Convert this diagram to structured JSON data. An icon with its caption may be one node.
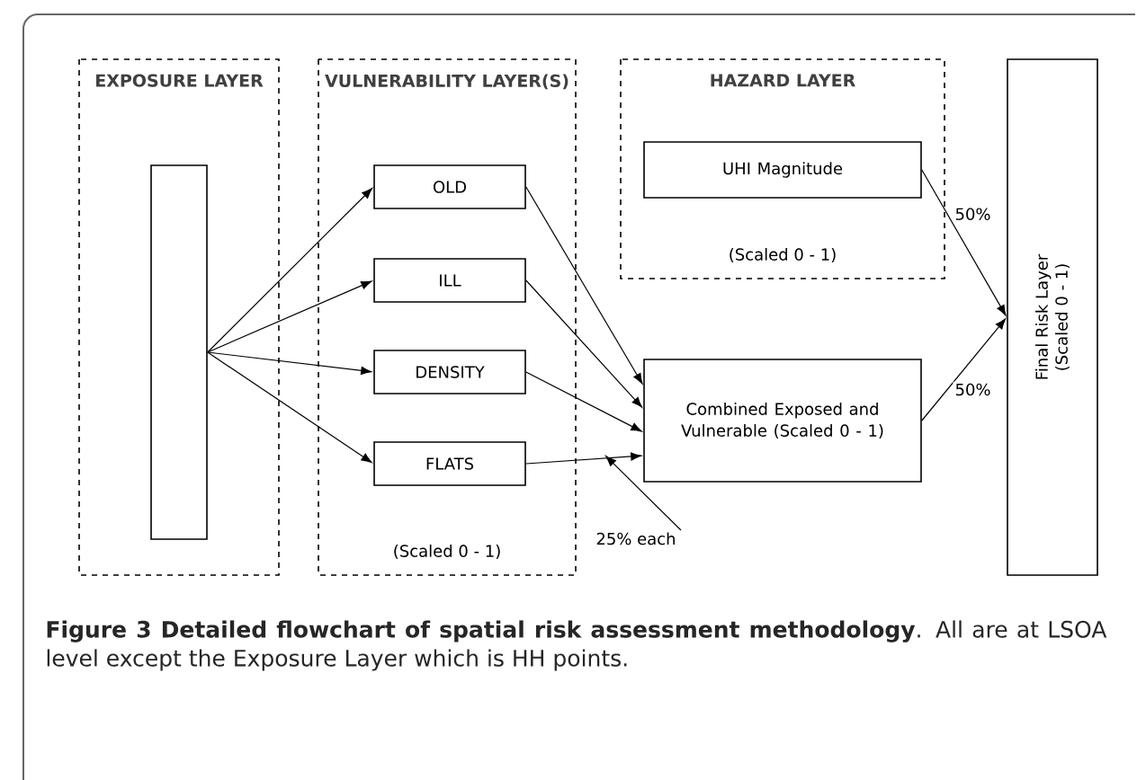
{
  "diagram": {
    "caption": "**Figure 3 Detailed flowchart of spatial risk assessment methodology**. All are at LSOA level except the Exposure Layer which is HH points.",
    "nodes": [
      {
        "text": [
          "EXPOSURE LAYER"
        ]
      },
      {
        "text": [],
        "shape": "box",
        "in": 0
      },
      {
        "text": [
          "VULNERABILITY LAYER(S)",
          "(Scaled 0 - 1)"
        ]
      },
      {
        "text": [
          "OLD"
        ],
        "in": 2
      },
      {
        "text": [
          "ILL"
        ],
        "in": 2
      },
      {
        "text": [
          "DENSITY"
        ],
        "in": 2
      },
      {
        "text": [
          "FLATS"
        ],
        "in": 2
      },
      {
        "text": [
          "HAZARD LAYER",
          "(Scaled 0 - 1)"
        ]
      },
      {
        "text": [
          "UHI Magnitude"
        ],
        "in": 7
      },
      {
        "text": [
          "Combined Exposed and Vulnerable (Scaled 0 - 1)"
        ]
      },
      {
        "text": [
          "Final Risk Layer (Scaled 0 - 1)"
        ]
      },
      {
        "text": [
          "25% each"
        ]
      }
    ],
    "edges": [
      {
        "from": 1,
        "to": 3,
        "arrow": "to"
      },
      {
        "from": 1,
        "to": 4,
        "arrow": "to"
      },
      {
        "from": 1,
        "to": 5,
        "arrow": "to"
      },
      {
        "from": 1,
        "to": 6,
        "arrow": "to"
      },
      {
        "from": 3,
        "to": 9,
        "arrow": "to"
      },
      {
        "from": 4,
        "to": 9,
        "arrow": "to"
      },
      {
        "from": 5,
        "to": 9,
        "arrow": "to"
      },
      {
        "from": 6,
        "to": 9,
        "arrow": "to"
      },
      {
        "from": 8,
        "to": 10,
        "arrow": "to",
        "label": "50%"
      },
      {
        "from": 9,
        "to": 10,
        "arrow": "to",
        "label": "50%"
      },
      {
        "from": 11,
        "to": null,
        "arrow": "to"
      }
    ]
  }
}
